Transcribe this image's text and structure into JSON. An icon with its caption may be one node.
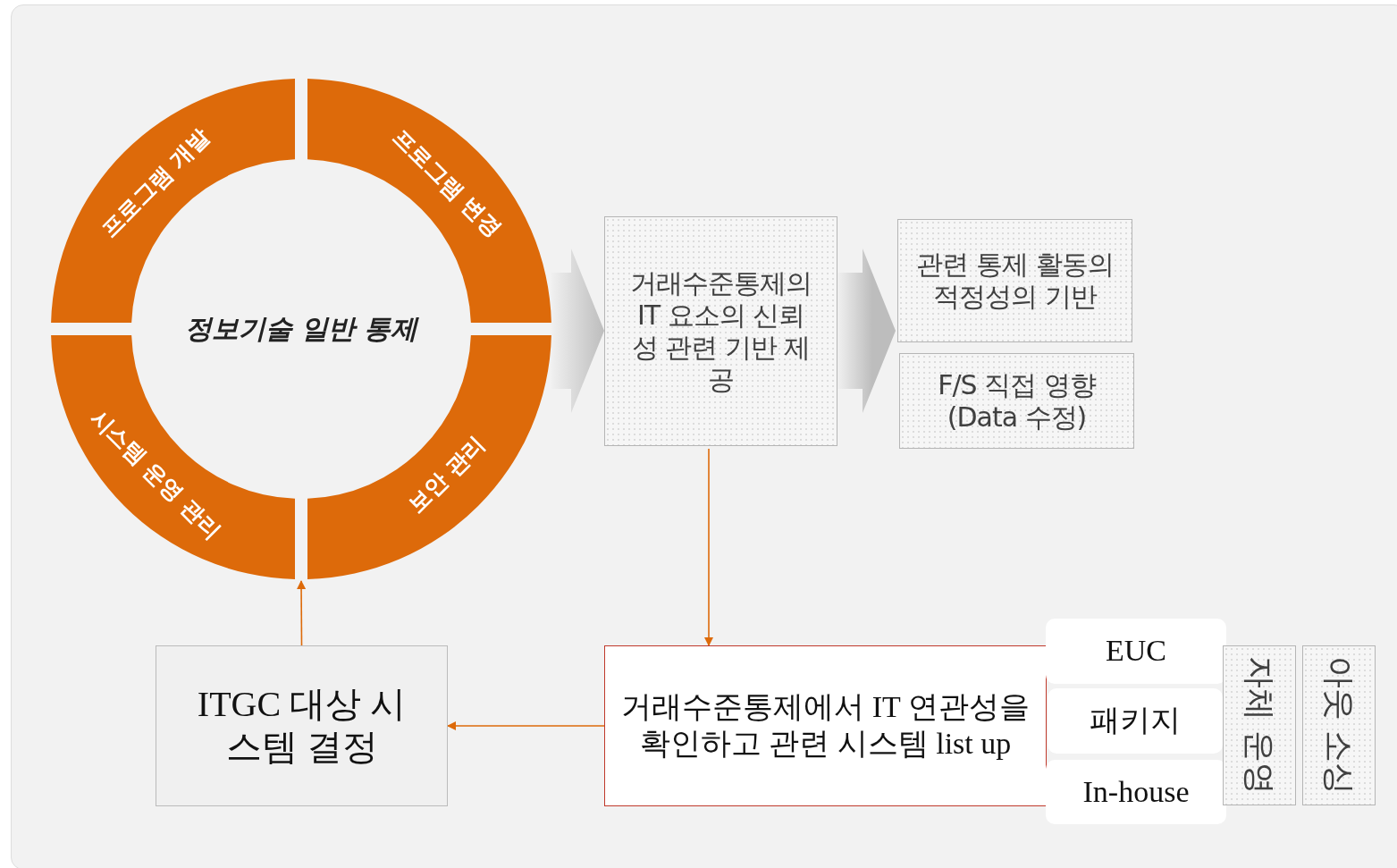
{
  "diagram": {
    "nodes": [
      {
        "text": [
          "정보기술 일반 통제"
        ]
      },
      {
        "text": [
          "프로그램 개발"
        ],
        "in": 0
      },
      {
        "text": [
          "프로그램 변경"
        ],
        "in": 0
      },
      {
        "text": [
          "시스템 운영 관리"
        ],
        "in": 0
      },
      {
        "text": [
          "보안 관리"
        ],
        "in": 0
      },
      {
        "text": [
          "거래수준통제의 IT 요소의 신뢰성 관련 기반 제공"
        ]
      },
      {
        "text": [
          "관련 통제 활동의 적정성의 기반"
        ]
      },
      {
        "text": [
          "F/S 직접 영향 (Data 수정)"
        ]
      },
      {
        "text": [
          "ITGC 대상 시스템 결정"
        ]
      },
      {
        "text": [
          "거래수준통제에서 IT 연관성을 확인하고 관련 시스템 list up"
        ]
      },
      {
        "text": [
          "EUC"
        ]
      },
      {
        "text": [
          "패키지"
        ]
      },
      {
        "text": [
          "In-house"
        ]
      },
      {
        "text": [
          "자체 운영"
        ]
      },
      {
        "text": [
          "아웃 소싱"
        ]
      }
    ],
    "edges": [
      {
        "from": 0,
        "to": 5,
        "arrow": "to",
        "style": "thick",
        "color": "#bdbdbd"
      },
      {
        "from": 5,
        "to": 6,
        "arrow": "to",
        "style": "thick",
        "color": "#bdbdbd"
      },
      {
        "from": 5,
        "to": 7,
        "arrow": "to",
        "style": "thick",
        "color": "#bdbdbd"
      },
      {
        "from": 5,
        "to": 9,
        "arrow": "to"
      },
      {
        "from": 9,
        "to": 8,
        "arrow": "to"
      },
      {
        "from": 8,
        "to": 0,
        "arrow": "to"
      }
    ]
  }
}
